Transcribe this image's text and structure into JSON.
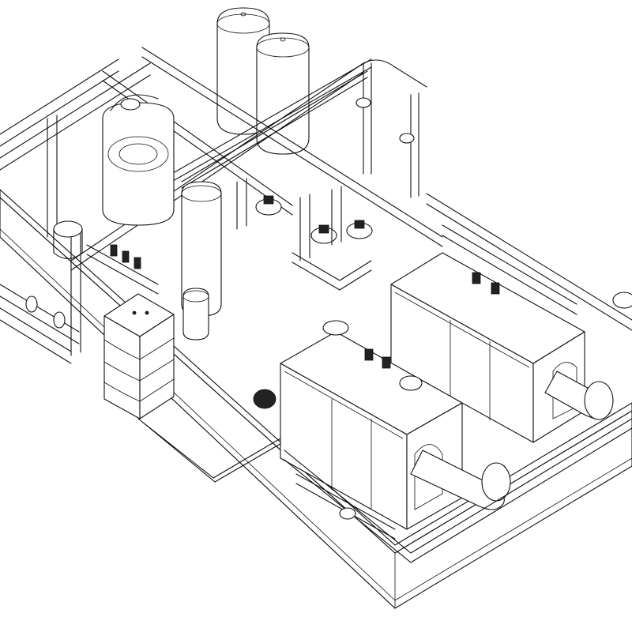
{
  "drawing": {
    "style": "isometric line drawing",
    "line_color": "#111111",
    "background_color": "#ffffff"
  },
  "components": {
    "platform": "skid-base",
    "tanks": [
      "expansion-tank-1",
      "expansion-tank-2"
    ],
    "buffer_tank": "buffer-tank",
    "heat_exchanger": "plate-heat-exchanger",
    "control_panel": "control-cabinet",
    "boilers": [
      "boiler-1",
      "boiler-2"
    ],
    "pumps": [
      "circulation-pump-1",
      "circulation-pump-2",
      "circulation-pump-3"
    ]
  }
}
